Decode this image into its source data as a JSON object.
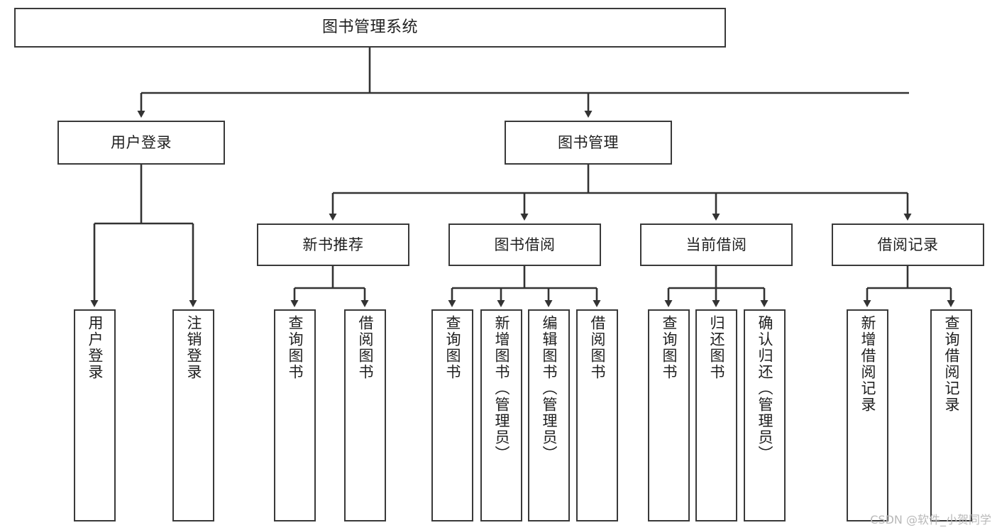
{
  "diagram": {
    "title": "图书管理系统",
    "type": "tree",
    "watermark": "CSDN @软件_小贺同学",
    "colors": {
      "box_border": "#393939",
      "box_fill": "#ffffff",
      "edge": "#333333",
      "text": "#1f1f1f",
      "watermark": "#b9b9b9"
    },
    "nodes": {
      "root": {
        "label": "图书管理系统"
      },
      "level2": [
        {
          "id": "user-login",
          "label": "用户登录"
        },
        {
          "id": "book-manage",
          "label": "图书管理"
        }
      ],
      "level3": [
        {
          "id": "new-book-recommend",
          "label": "新书推荐"
        },
        {
          "id": "book-borrow",
          "label": "图书借阅"
        },
        {
          "id": "current-borrow",
          "label": "当前借阅"
        },
        {
          "id": "borrow-record",
          "label": "借阅记录"
        }
      ],
      "leaves": {
        "user_login": [
          {
            "id": "leaf-user-login",
            "label": "用户登录"
          },
          {
            "id": "leaf-user-logout",
            "label": "注销登录"
          }
        ],
        "new_book_recommend": [
          {
            "id": "leaf-query-book-1",
            "label": "查询图书"
          },
          {
            "id": "leaf-borrow-book-1",
            "label": "借阅图书"
          }
        ],
        "book_borrow": [
          {
            "id": "leaf-query-book-2",
            "label": "查询图书"
          },
          {
            "id": "leaf-add-book",
            "label": "新增图书（管理员）"
          },
          {
            "id": "leaf-edit-book",
            "label": "编辑图书（管理员）"
          },
          {
            "id": "leaf-borrow-book-2",
            "label": "借阅图书"
          }
        ],
        "current_borrow": [
          {
            "id": "leaf-query-book-3",
            "label": "查询图书"
          },
          {
            "id": "leaf-return-book",
            "label": "归还图书"
          },
          {
            "id": "leaf-confirm-return",
            "label": "确认归还（管理员）"
          }
        ],
        "borrow_record": [
          {
            "id": "leaf-add-record",
            "label": "新增借阅记录"
          },
          {
            "id": "leaf-query-record",
            "label": "查询借阅记录"
          }
        ]
      }
    }
  }
}
